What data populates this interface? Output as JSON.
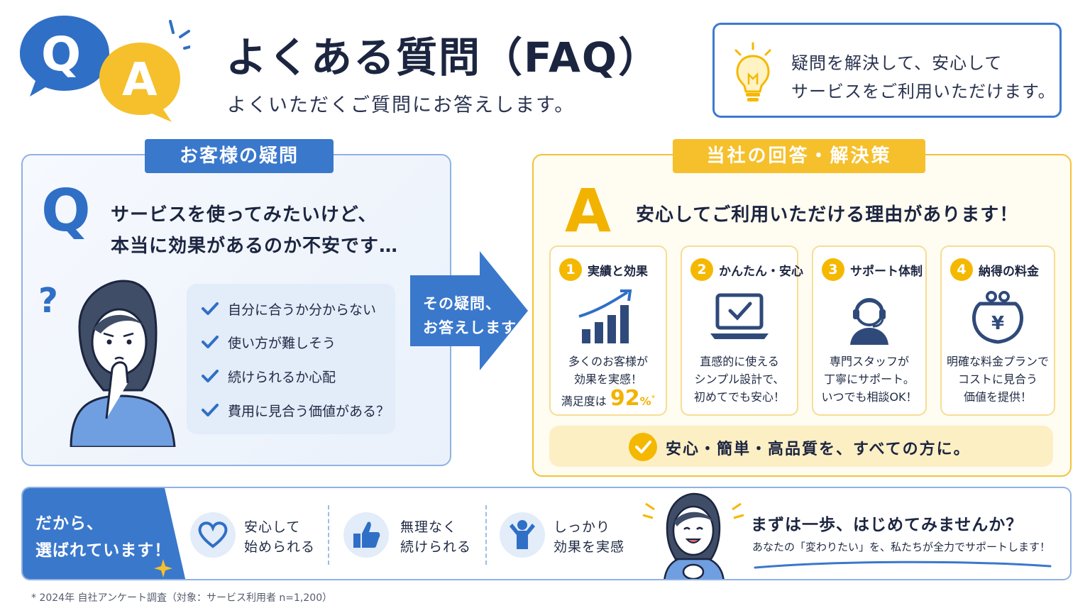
{
  "header": {
    "title": "よくある質問（FAQ）",
    "subtitle": "よくいただくご質問にお答えします。",
    "logo_q": "Q",
    "logo_a": "A",
    "message_line1": "疑問を解決して、安心して",
    "message_line2": "サービスをご利用いただけます。"
  },
  "question": {
    "tab_label": "お客様の疑問",
    "mark": "Q",
    "line1": "サービスを使ってみたいけど、",
    "line2": "本当に効果があるのか不安です…",
    "worries": [
      "自分に合うか分からない",
      "使い方が難しそう",
      "続けられるか心配",
      "費用に見合う価値がある？"
    ]
  },
  "arrow": {
    "line1": "その疑問、",
    "line2": "お答えします！"
  },
  "answer": {
    "tab_label": "当社の回答・解決策",
    "mark": "A",
    "headline": "安心してご利用いただける理由があります！",
    "cards": [
      {
        "num": "1",
        "title": "実績と効果",
        "icon": "growth-chart-icon",
        "line1": "多くのお客様が",
        "line2": "効果を実感！",
        "line3_prefix": "満足度は",
        "value": "92",
        "unit": "%",
        "asterisk": "*"
      },
      {
        "num": "2",
        "title": "かんたん・安心",
        "icon": "laptop-check-icon",
        "line1": "直感的に使える",
        "line2": "シンプル設計で、",
        "line3": "初めてでも安心！"
      },
      {
        "num": "3",
        "title": "サポート体制",
        "icon": "headset-support-icon",
        "line1": "専門スタッフが",
        "line2": "丁寧にサポート。",
        "line3": "いつでも相談OK！"
      },
      {
        "num": "4",
        "title": "納得の料金",
        "icon": "yen-purse-icon",
        "line1": "明確な料金プランで",
        "line2": "コストに見合う",
        "line3": "価値を提供！"
      }
    ],
    "summary": "安心・簡単・高品質を、すべての方に。"
  },
  "bottom": {
    "lead1": "だから、",
    "lead2": "選ばれています！",
    "features": [
      {
        "icon": "heart-icon",
        "line1": "安心して",
        "line2": "始められる"
      },
      {
        "icon": "thumbs-up-icon",
        "line1": "無理なく",
        "line2": "続けられる"
      },
      {
        "icon": "person-cheer-icon",
        "line1": "しっかり",
        "line2": "効果を実感"
      }
    ],
    "cta_title": "まずは一歩、はじめてみませんか？",
    "cta_sub": "あなたの「変わりたい」を、私たちが全力でサポートします！"
  },
  "footnote": "* 2024年 自社アンケート調査（対象：サービス利用者 n=1,200）",
  "colors": {
    "primary_blue": "#3a78cc",
    "accent_yellow": "#f5b800",
    "text_dark": "#1c2540"
  }
}
